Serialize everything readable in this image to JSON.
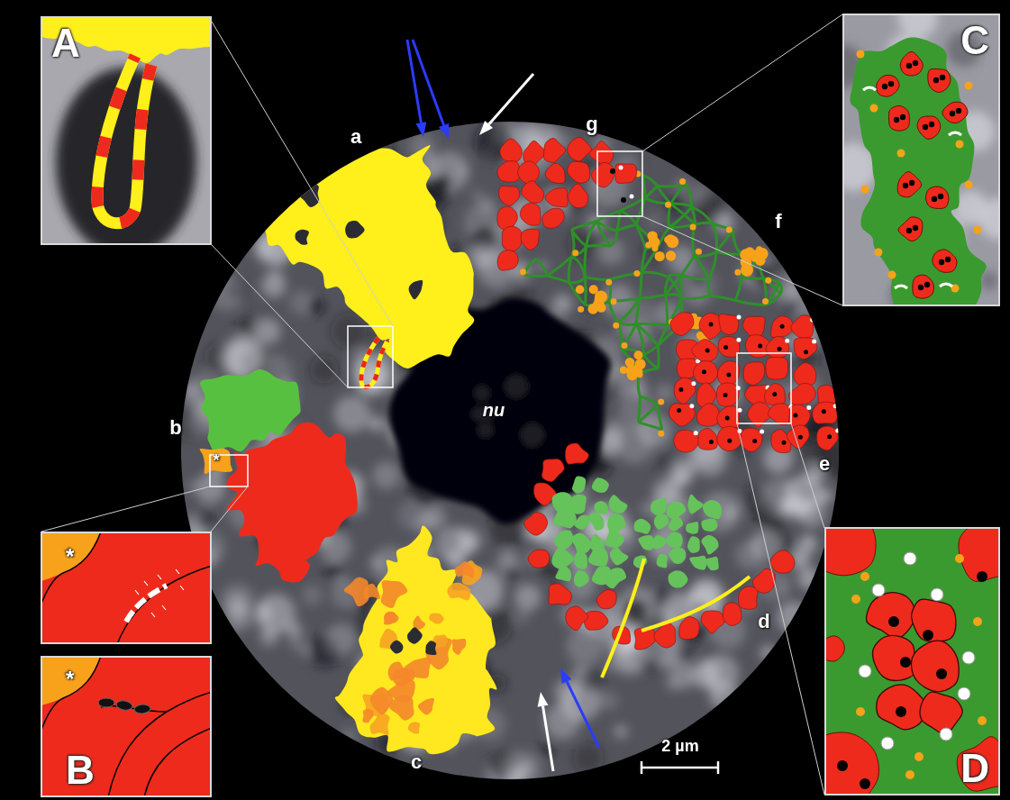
{
  "diagram": {
    "nodes": [
      {
        "text": [
          "A"
        ]
      },
      {
        "text": [
          "C"
        ]
      },
      {
        "text": [
          "*"
        ]
      },
      {
        "text": [
          "*",
          "B"
        ]
      },
      {
        "text": [
          "D"
        ]
      }
    ],
    "labels": [
      "a",
      "g",
      "f",
      "b",
      "*",
      "nu",
      "e",
      "d",
      "c",
      "2 µm"
    ]
  }
}
